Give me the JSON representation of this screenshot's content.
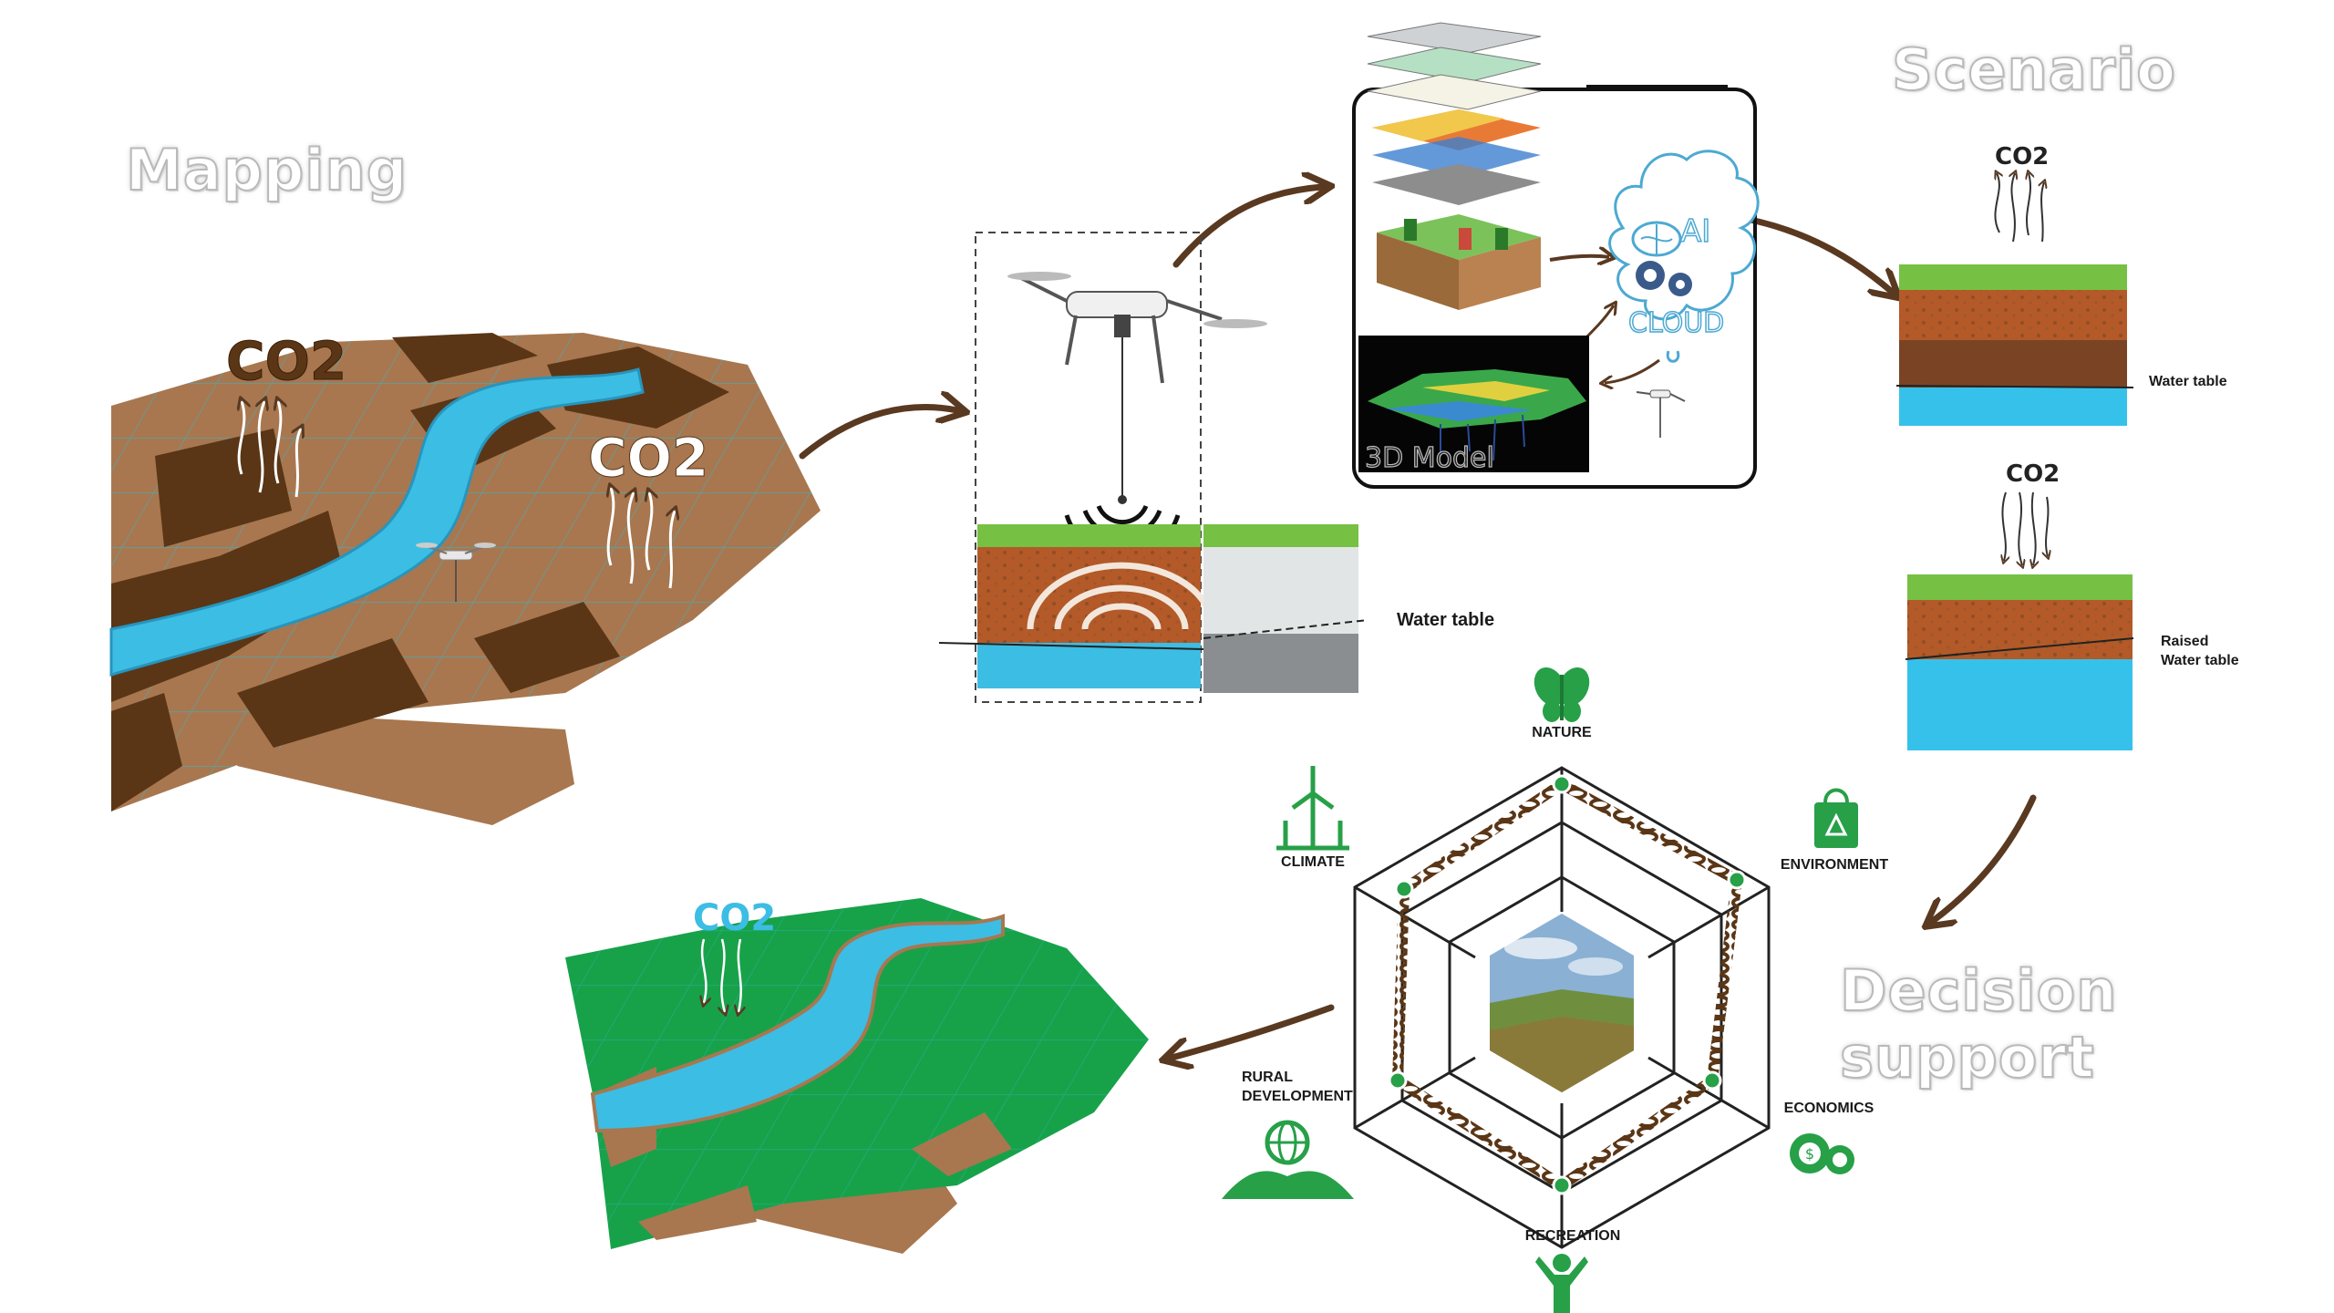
{
  "sections": {
    "mapping": "Mapping",
    "scenario": "Scenario",
    "decision_support": "Decision support"
  },
  "mapping_panel": {
    "co2_left": "CO2",
    "co2_right": "CO2"
  },
  "sensing_panel": {
    "water_table": "Water table"
  },
  "model_panel": {
    "ai": "AI",
    "cloud": "CLOUD",
    "model_label": "3D Model"
  },
  "scenario_panel": {
    "top_co2": "CO2",
    "top_water": "Water table",
    "bottom_co2": "CO2",
    "bottom_water_line1": "Raised",
    "bottom_water_line2": "Water table"
  },
  "decision_panel": {
    "nature": "NATURE",
    "environment": "ENVIRONMENT",
    "economics": "ECONOMICS",
    "recreation": "RECREATION",
    "rural_line1": "RURAL",
    "rural_line2": "DEVELOPMENT",
    "climate": "CLIMATE"
  },
  "result_panel": {
    "co2": "CO2"
  },
  "colors": {
    "brown_light": "#a8774f",
    "brown_dark": "#5a3616",
    "river": "#3cbde4",
    "grass": "#76c043",
    "green_field": "#17a24a",
    "icon_green": "#27a048",
    "arrow": "#5a3921",
    "grid_line": "#2fb8d6",
    "sky_blue": "#36c1ea"
  },
  "icons": [
    "drone-icon",
    "butterfly-icon",
    "recycle-bag-icon",
    "coins-gear-icon",
    "person-icon",
    "globe-hands-icon",
    "wind-turbine-icon",
    "gear-icon",
    "brain-icon"
  ]
}
